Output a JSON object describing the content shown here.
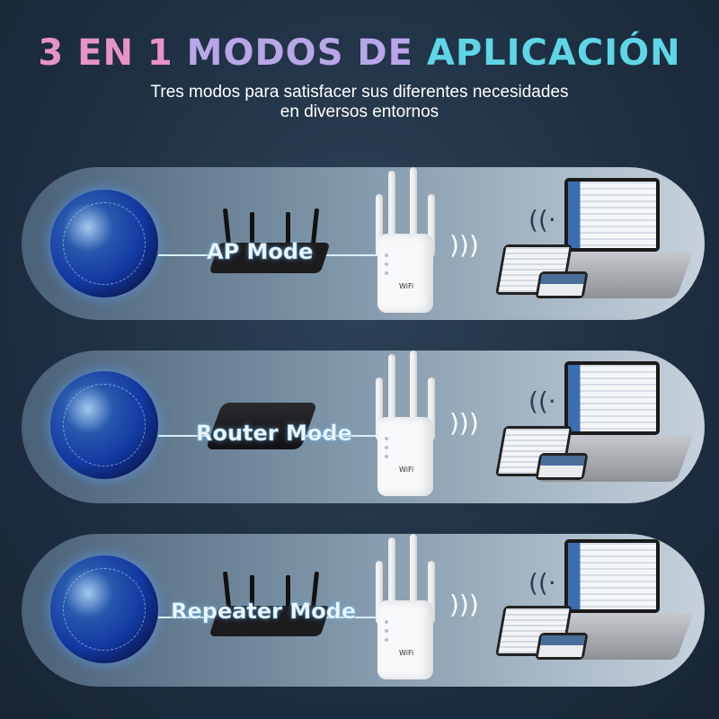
{
  "header": {
    "title_part1": "3 EN 1",
    "title_part2": "MODOS DE",
    "title_part3": "APLICACIÓN",
    "subtitle_line1": "Tres modos para satisfacer sus diferentes necesidades",
    "subtitle_line2": "en diversos entornos"
  },
  "modes": [
    {
      "label": "AP Mode",
      "source_device": "tower-router-icon"
    },
    {
      "label": "Router Mode",
      "source_device": "modem-box-icon"
    },
    {
      "label": "Repeater Mode",
      "source_device": "tower-router-icon"
    }
  ],
  "extender": {
    "badge": "WiFi"
  },
  "colors": {
    "title_pink": "#e694c8",
    "title_lavender": "#b9a6e8",
    "title_cyan": "#5fd6e6",
    "background": "#1f3043"
  }
}
